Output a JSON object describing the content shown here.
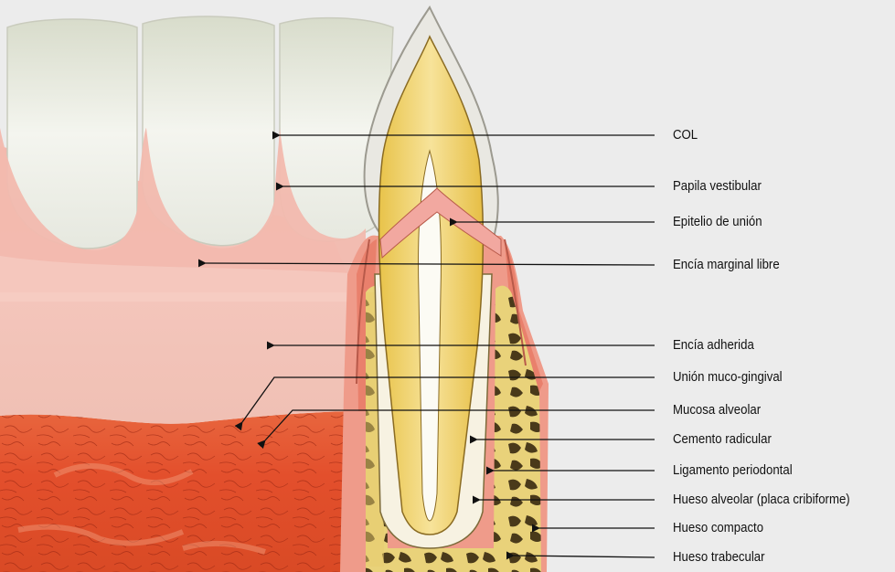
{
  "labels": [
    {
      "id": "col",
      "text": "COL"
    },
    {
      "id": "papila-vestibular",
      "text": "Papila vestibular"
    },
    {
      "id": "epitelio-de-union",
      "text": "Epitelio de unión"
    },
    {
      "id": "encia-marginal-libre",
      "text": "Encía marginal libre"
    },
    {
      "id": "encia-adherida",
      "text": "Encía adherida"
    },
    {
      "id": "union-muco-gingival",
      "text": "Unión muco-gingival"
    },
    {
      "id": "mucosa-alveolar",
      "text": "Mucosa alveolar"
    },
    {
      "id": "cemento-radicular",
      "text": "Cemento radicular"
    },
    {
      "id": "ligamento-periodontal",
      "text": "Ligamento periodontal"
    },
    {
      "id": "hueso-alveolar",
      "text": "Hueso alveolar (placa cribiforme)"
    },
    {
      "id": "hueso-compacto",
      "text": "Hueso compacto"
    },
    {
      "id": "hueso-trabecular",
      "text": "Hueso trabecular"
    }
  ]
}
